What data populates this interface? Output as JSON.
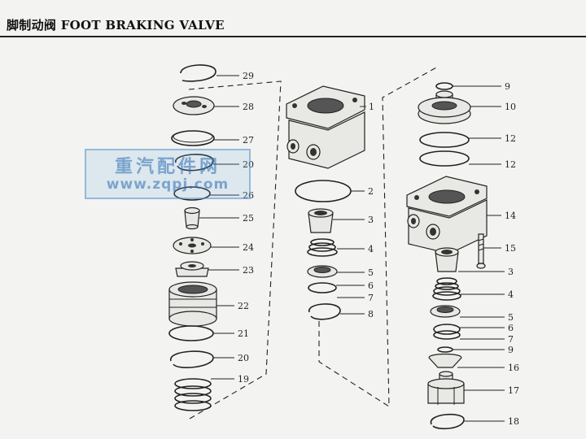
{
  "header": {
    "title": "脚制动阀 FOOT BRAKING VALVE"
  },
  "watermark": {
    "text_cn": "重汽配件网",
    "text_url": "www.zqpj.com"
  },
  "callouts": {
    "left": [
      "29",
      "28",
      "27",
      "20",
      "26",
      "25",
      "24",
      "23",
      "22",
      "21",
      "20",
      "19"
    ],
    "middle": [
      "1",
      "2",
      "3",
      "4",
      "5",
      "6",
      "7",
      "8"
    ],
    "right": [
      "9",
      "10",
      "12",
      "12",
      "14",
      "15",
      "3",
      "4",
      "5",
      "6",
      "7",
      "9",
      "16",
      "17",
      "18"
    ]
  }
}
